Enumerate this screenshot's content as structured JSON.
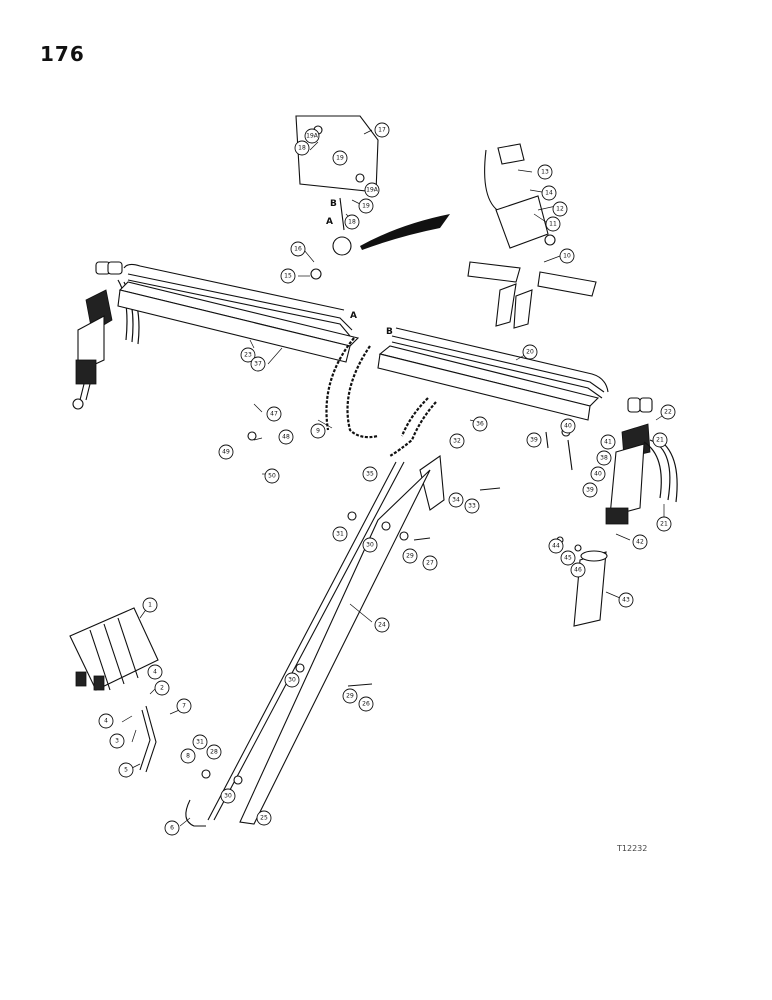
{
  "page_number": "176",
  "reference_code": "T12232",
  "port_labels": [
    "A",
    "B",
    "A",
    "B"
  ],
  "callouts": [
    "1",
    "2",
    "3",
    "4",
    "4",
    "5",
    "6",
    "7",
    "8",
    "9",
    "10",
    "11",
    "12",
    "13",
    "14",
    "15",
    "16",
    "17",
    "18",
    "18",
    "19",
    "19",
    "19A",
    "19A",
    "20",
    "21",
    "21",
    "22",
    "23",
    "24",
    "25",
    "26",
    "27",
    "28",
    "29",
    "29",
    "30",
    "30",
    "30",
    "31",
    "31",
    "32",
    "33",
    "34",
    "35",
    "36",
    "37",
    "38",
    "39",
    "39",
    "40",
    "40",
    "41",
    "42",
    "43",
    "44",
    "45",
    "46",
    "47",
    "48",
    "49",
    "50"
  ]
}
